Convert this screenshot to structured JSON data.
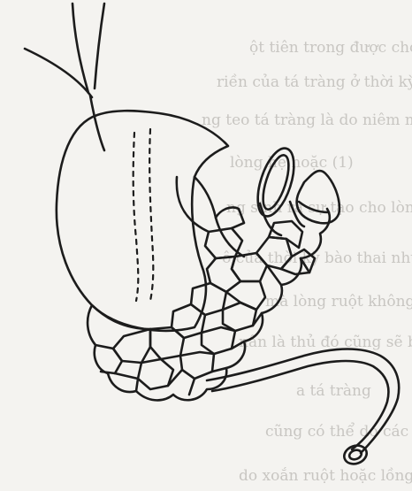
{
  "figure": {
    "label": "",
    "caption": ""
  },
  "background_text": [
    "ột tiên trong được cho là do nhiều",
    "riền  của tá tràng  ở thời kỳ bào",
    "ng teo tá tràng là do niêm mạc  c",
    "lòng hẹ hoặc (1)",
    "ng sinh ra sự tạo cho lòng ruột",
    "- ô của thời kỳ bào thai nhưng",
    "mà lòng ruột không trở lại. Qua",
    "nân là thủ  đó cũng sẽ bị sót tro",
    "a tá tràng",
    "cũng có thể do các tai biến",
    "do xoắn ruột hoặc lồng ruột sớm"
  ],
  "colors": {
    "ink": "#1c1c1c",
    "bleed_text": "#c8c6c2",
    "paper": "#f4f3f0"
  }
}
